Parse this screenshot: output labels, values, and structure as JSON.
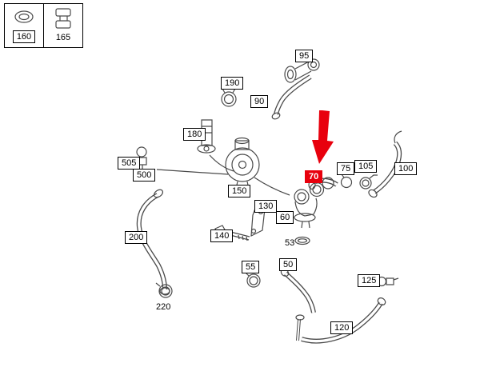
{
  "page": {
    "background": "#ffffff"
  },
  "legend": {
    "items": [
      {
        "id": "160",
        "icon": "o-ring-icon",
        "boxed": true
      },
      {
        "id": "165",
        "icon": "hose-clamp-icon",
        "boxed": false
      }
    ]
  },
  "highlight": {
    "id": "70",
    "color": "#e8000d",
    "text_color": "#ffffff",
    "pointer": "down-arrow-icon"
  },
  "parts": [
    {
      "id": "95",
      "boxed": true
    },
    {
      "id": "190",
      "boxed": true
    },
    {
      "id": "90",
      "boxed": true
    },
    {
      "id": "180",
      "boxed": true
    },
    {
      "id": "505",
      "boxed": true
    },
    {
      "id": "500",
      "boxed": true
    },
    {
      "id": "150",
      "boxed": true
    },
    {
      "id": "75",
      "boxed": true
    },
    {
      "id": "105",
      "boxed": true
    },
    {
      "id": "100",
      "boxed": true
    },
    {
      "id": "130",
      "boxed": true
    },
    {
      "id": "60",
      "boxed": true
    },
    {
      "id": "140",
      "boxed": true
    },
    {
      "id": "53",
      "boxed": false
    },
    {
      "id": "200",
      "boxed": true
    },
    {
      "id": "55",
      "boxed": true
    },
    {
      "id": "50",
      "boxed": true
    },
    {
      "id": "220",
      "boxed": false
    },
    {
      "id": "125",
      "boxed": true
    },
    {
      "id": "120",
      "boxed": true
    }
  ]
}
